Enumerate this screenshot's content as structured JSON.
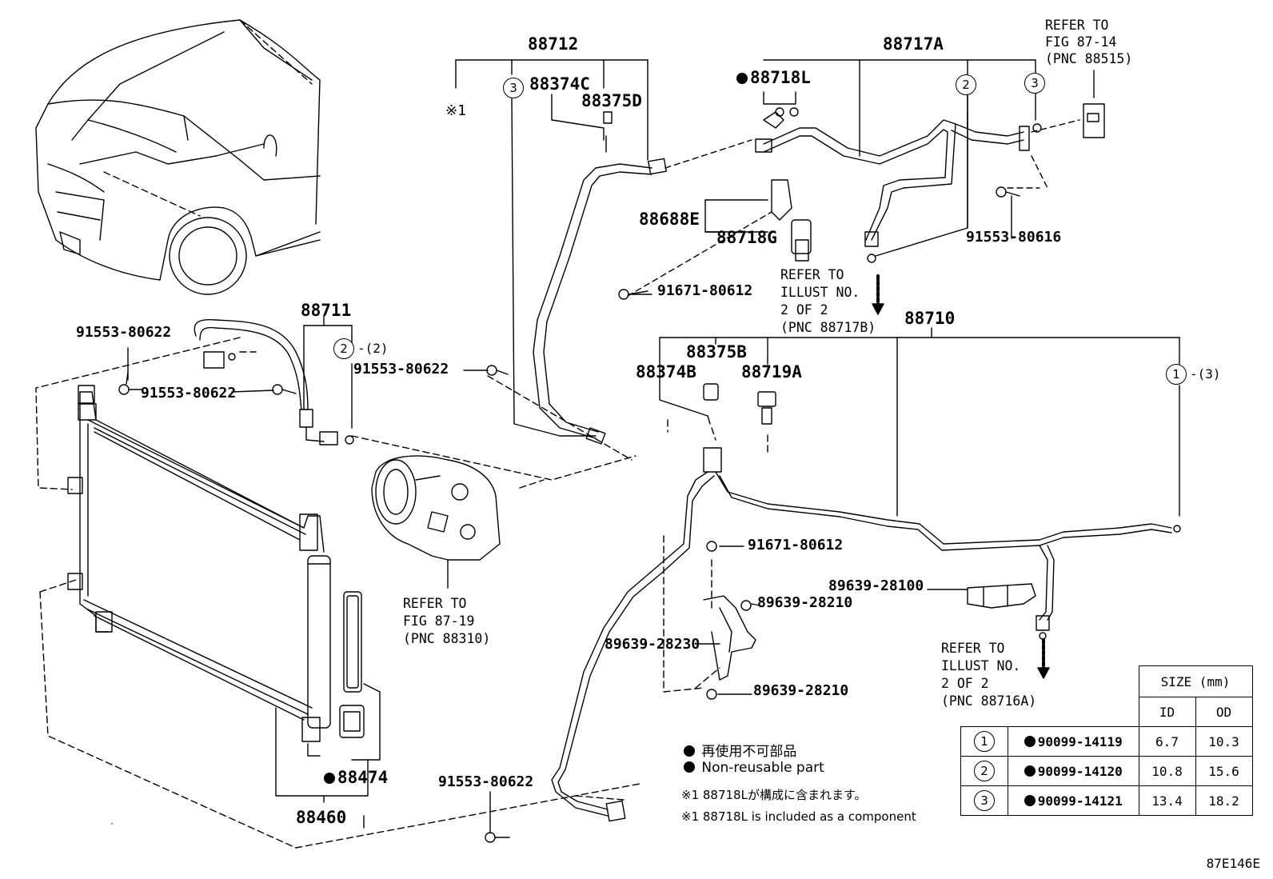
{
  "labels": {
    "p88712": "88712",
    "p88717A": "88717A",
    "p88374C": "88374C",
    "p88375D": "88375D",
    "p88718L": "88718L",
    "p88688E": "88688E",
    "p88718G": "88718G",
    "p91553_80616": "91553-80616",
    "p91671_80612_top": "91671-80612",
    "p88711": "88711",
    "p91553_80622_a": "91553-80622",
    "p91553_80622_b": "91553-80622",
    "p91553_80622_c": "91553-80622",
    "p91553_80622_d": "91553-80622",
    "p88710": "88710",
    "p88375B": "88375B",
    "p88374B": "88374B",
    "p88719A": "88719A",
    "p91671_80612_mid": "91671-80612",
    "p89639_28100": "89639-28100",
    "p89639_28210_a": "89639-28210",
    "p89639_28230": "89639-28230",
    "p89639_28210_b": "89639-28210",
    "p88474": "88474",
    "p88460": "88460",
    "mark_1": "※1",
    "sub_2": "-(2)",
    "sub_3": "-(3)"
  },
  "circles": {
    "one": "1",
    "two": "2",
    "three": "3"
  },
  "refs": {
    "r87_14": [
      "REFER TO",
      "FIG 87-14",
      "(PNC 88515)"
    ],
    "r87_19": [
      "REFER TO",
      "FIG 87-19",
      "(PNC 88310)"
    ],
    "r88717B": [
      "REFER TO",
      "ILLUST NO.",
      "2 OF 2",
      "(PNC 88717B)"
    ],
    "r88716A": [
      "REFER TO",
      "ILLUST NO.",
      "2 OF 2",
      "(PNC 88716A)"
    ]
  },
  "legend": {
    "jp": "再使用不可部品",
    "en": "Non-reusable part",
    "note_jp": "※1 88718Lが構成に含まれます。",
    "note_en": "※1 88718L is included as a component"
  },
  "size_table": {
    "header": "SIZE (mm)",
    "cols": [
      "ID",
      "OD"
    ],
    "rows": [
      {
        "mark": "1",
        "part": "90099-14119",
        "id": "6.7",
        "od": "10.3"
      },
      {
        "mark": "2",
        "part": "90099-14120",
        "id": "10.8",
        "od": "15.6"
      },
      {
        "mark": "3",
        "part": "90099-14121",
        "id": "13.4",
        "od": "18.2"
      }
    ]
  },
  "figure_code": "87E146E"
}
